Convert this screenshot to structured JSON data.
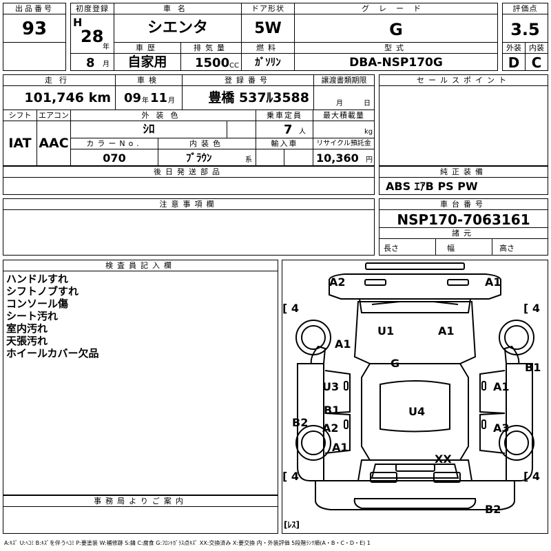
{
  "header": {
    "lot_label": "出品番号",
    "lot_number": "93",
    "first_reg_label": "初度登録",
    "era": "H",
    "first_reg_year": "28",
    "year_unit": "年",
    "first_reg_month": "8",
    "month_unit": "月",
    "car_name_label": "車名",
    "car_name": "シエンタ",
    "door_label": "ドア形状",
    "door": "5W",
    "grade_label": "グレード",
    "grade": "G",
    "score_label": "評価点",
    "score": "3.5",
    "history_label": "車歴",
    "history": "自家用",
    "displacement_label": "排気量",
    "displacement": "1500",
    "cc_unit": "CC",
    "fuel_label": "燃料",
    "fuel": "ｶﾞｿﾘﾝ",
    "model_label": "型式",
    "model": "DBA-NSP170G",
    "exterior_label": "外装",
    "exterior_score": "D",
    "interior_label": "内装",
    "interior_score": "C"
  },
  "row2": {
    "mileage_label": "走行",
    "mileage": "101,746",
    "km_unit": "km",
    "inspection_label": "車検",
    "inspection_year": "09",
    "inspection_month": "11",
    "year_unit": "年",
    "month_unit": "月",
    "plate_label": "登録番号",
    "plate": "豊橋 537ﾙ3588",
    "transfer_label": "譲渡書類期限",
    "transfer_month": "月",
    "transfer_day": "日",
    "sales_point_label": "セールスポイント"
  },
  "row3": {
    "shift_label": "シフト",
    "shift": "IAT",
    "aircon_label": "エアコン",
    "aircon": "AAC",
    "ext_color_label": "外装色",
    "ext_color": "ｼﾛ",
    "capacity_label": "乗車定員",
    "capacity": "7",
    "capacity_unit": "人",
    "load_label": "最大積載量",
    "load_unit": "kg",
    "color_no_label": "カラーNo.",
    "color_no": "070",
    "int_color_label": "内装色",
    "int_color": "ﾌﾞﾗｳﾝ",
    "int_color_unit": "系",
    "import_label": "輸入車",
    "recycle_label": "リサイクル預託金",
    "recycle": "10,360",
    "recycle_unit": "円"
  },
  "rows": {
    "later_parts_label": "後日発送部品",
    "genuine_label": "純正装備",
    "genuine": "ABS ｴｱB PS PW",
    "notes_label": "注意事項欄",
    "chassis_label": "車台番号",
    "chassis": "NSP170-7063161",
    "dims_label": "諸元",
    "length_label": "長さ",
    "width_label": "幅",
    "height_label": "高さ"
  },
  "inspector": {
    "label": "検査員記入欄",
    "lines": [
      "ハンドルすれ",
      "シフトノブすれ",
      "コンソール傷",
      "シート汚れ",
      "室内汚れ",
      "天張汚れ",
      "ホイールカバー欠品"
    ]
  },
  "office": {
    "label": "事務局よりご案内"
  },
  "diagram": {
    "tire_fl": "4",
    "tire_fr": "4",
    "tire_rl": "4",
    "tire_rr": "4",
    "a2_front_left": "A2",
    "a1_front_right": "A1",
    "u1": "U1",
    "a1_hood": "A1",
    "a1_left_fender": "A1",
    "b1_right_fender": "B1",
    "g": "G",
    "u3": "U3",
    "a1_right_door1": "A1",
    "b1_left_door": "B1",
    "a2_left_door": "A2",
    "u4": "U4",
    "b2_left": "B2",
    "a3_right_door2": "A3",
    "a1_left_rear": "A1",
    "xx": "XX",
    "b2_rear": "B2",
    "res_label": "[ﾚｽ]"
  },
  "legend": "A:ｷｽﾞ U:ﾍｺﾐ B:ｷｽﾞを伴うﾍｺﾐ P:要塗装 W:補修跡 S:錆 C:腐食 G:ﾌﾛﾝﾄｶﾞﾗｽ点ｷｽﾞ XX:交換済み X:要交換 内・外装評価 5段階ﾗﾝｸ順(A・B・C・D・E) 1"
}
